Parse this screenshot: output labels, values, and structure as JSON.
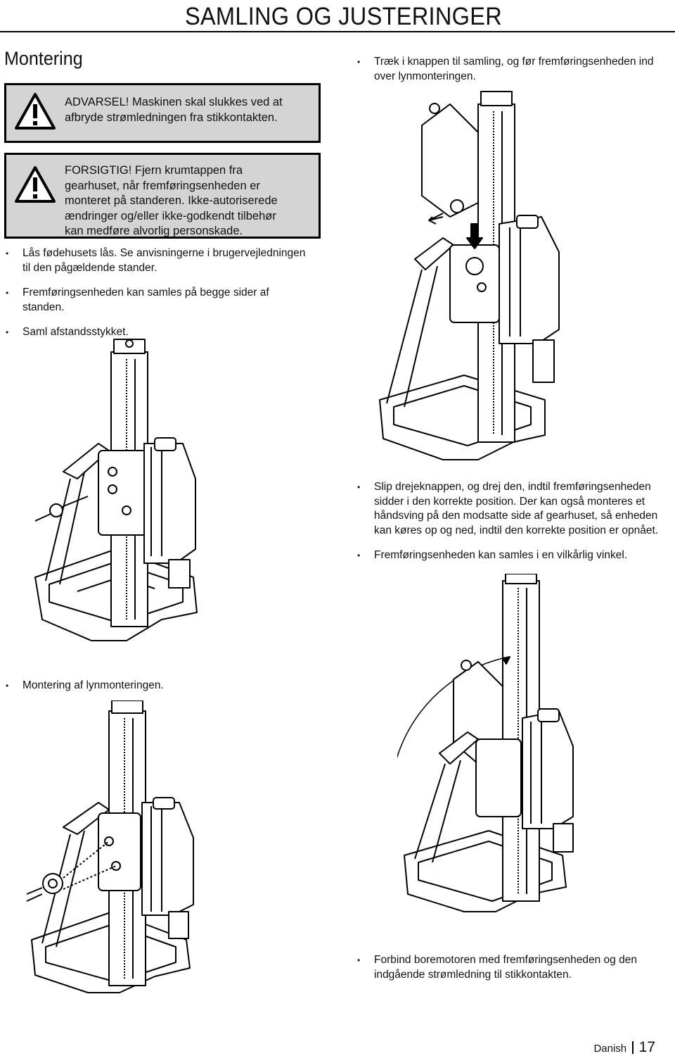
{
  "header": {
    "title": "SAMLING OG JUSTERINGER"
  },
  "section": {
    "title": "Montering"
  },
  "warnings": [
    {
      "icon": "warning-triangle-icon",
      "lines": [
        "ADVARSEL! Maskinen skal slukkes ved at",
        "afbryde strømledningen fra stikkontakten."
      ]
    },
    {
      "icon": "warning-triangle-icon",
      "lines": [
        "FORSIGTIG! Fjern krumtappen fra",
        "gearhuset, når fremføringsenheden er",
        "monteret på standeren. Ikke-autoriserede",
        "ændringer og/eller ikke-godkendt tilbehør",
        "kan medføre alvorlig personskade."
      ]
    }
  ],
  "left_bullets_1": [
    "Lås fødehusets lås. Se anvisningerne i brugervejledningen til den pågældende stander.",
    "Fremføringsenheden kan samles på begge sider af standen.",
    "Saml afstandsstykket."
  ],
  "left_bullets_2": [
    "Montering af lynmonteringen."
  ],
  "right_bullets_1": [
    "Træk i knappen til samling, og før fremføringsenheden ind over lynmonteringen."
  ],
  "right_bullets_2": [
    "Slip drejeknappen, og drej den, indtil fremføringsenheden sidder i den korrekte position. Der kan også monteres et håndsving på den modsatte side af gearhuset, så enheden kan køres op og ned, indtil den korrekte position er opnået.",
    "Fremføringsenheden kan samles i en vilkårlig vinkel."
  ],
  "right_bullets_3": [
    "Forbind boremotoren med fremføringsenheden og den indgående strømledning til stikkontakten."
  ],
  "footer": {
    "language": "Danish",
    "page": "17"
  },
  "colors": {
    "warning_box_bg": "#d4d4d4",
    "text": "#111111"
  }
}
